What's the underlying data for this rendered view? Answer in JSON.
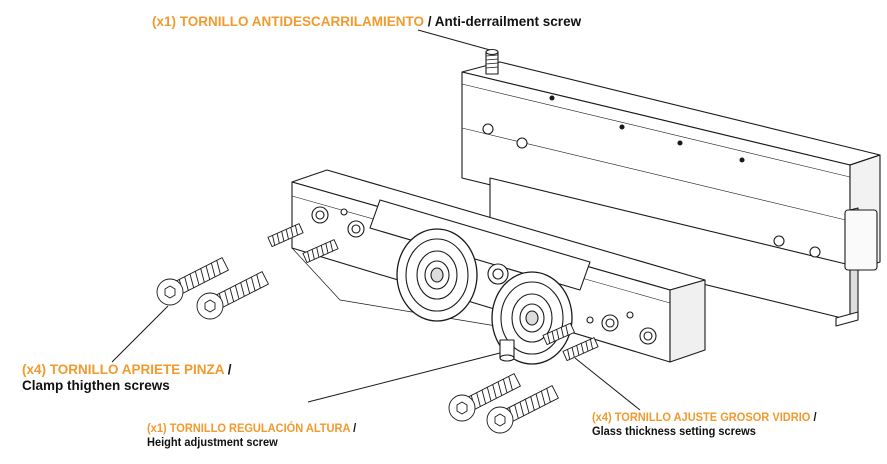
{
  "callouts": {
    "anti_derailment": {
      "es": "(x1) TORNILLO ANTIDESCARRILAMIENTO",
      "sep": " / ",
      "en": "Anti-derrailment screw"
    },
    "clamp": {
      "es": "(x4) TORNILLO APRIETE PINZA",
      "sep": " /",
      "en": "Clamp thigthen screws"
    },
    "height": {
      "es": "(x1) TORNILLO REGULACIÓN ALTURA",
      "sep": " /",
      "en": "Height adjustment screw"
    },
    "glass": {
      "es": "(x4) TORNILLO AJUSTE GROSOR VIDRIO",
      "sep": " /",
      "en": "Glass thickness setting screws"
    }
  },
  "colors": {
    "accent": "#f29a2e",
    "text": "#111111",
    "line": "#1a1a1a"
  }
}
